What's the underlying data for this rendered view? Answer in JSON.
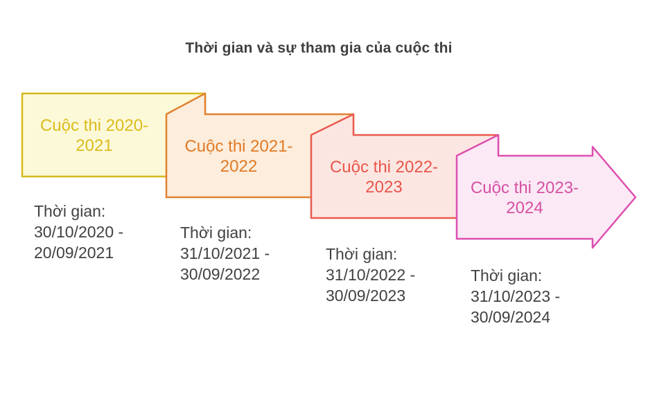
{
  "title": "Thời gian và sự tham gia của cuộc thi",
  "title_color": "#3f3f3f",
  "dates_text_color": "#414141",
  "background_color": "#ffffff",
  "diagram": {
    "type": "folded-ribbon-timeline",
    "stages": [
      {
        "label_lines": [
          "Cuộc thi 2020-",
          "2021"
        ],
        "label_text": "Cuộc thi 2020-2021",
        "date_lines": [
          "Thời gian:",
          "30/10/2020 -",
          "20/09/2021"
        ],
        "date_text": "Thời gian: 30/10/2020 - 20/09/2021",
        "fill": "#FCF9D8",
        "border": "#D5BA1A",
        "text_color": "#DCBB1E"
      },
      {
        "label_lines": [
          "Cuộc thi 2021-",
          "2022"
        ],
        "label_text": "Cuộc thi 2021-2022",
        "date_lines": [
          "Thời gian:",
          "31/10/2021 -",
          "30/09/2022"
        ],
        "date_text": "Thời gian: 31/10/2021 - 30/09/2022",
        "fill": "#FCEDDC",
        "border": "#E0812F",
        "text_color": "#E07A25"
      },
      {
        "label_lines": [
          "Cuộc thi 2022-",
          "2023"
        ],
        "label_text": "Cuộc thi 2022-2023",
        "date_lines": [
          "Thời gian:",
          "31/10/2022 -",
          "30/09/2023"
        ],
        "date_text": "Thời gian: 31/10/2022 - 30/09/2023",
        "fill": "#FCE6E2",
        "border": "#E95A4D",
        "text_color": "#E85549"
      },
      {
        "label_lines": [
          "Cuộc thi 2023-",
          "2024"
        ],
        "label_text": "Cuộc thi 2023-2024",
        "date_lines": [
          "Thời gian:",
          "31/10/2023 -",
          "30/09/2024"
        ],
        "date_text": "Thời gian: 31/10/2023 - 30/09/2024",
        "fill": "#FBE9F6",
        "border": "#DD4FB0",
        "text_color": "#D750A2"
      }
    ]
  }
}
